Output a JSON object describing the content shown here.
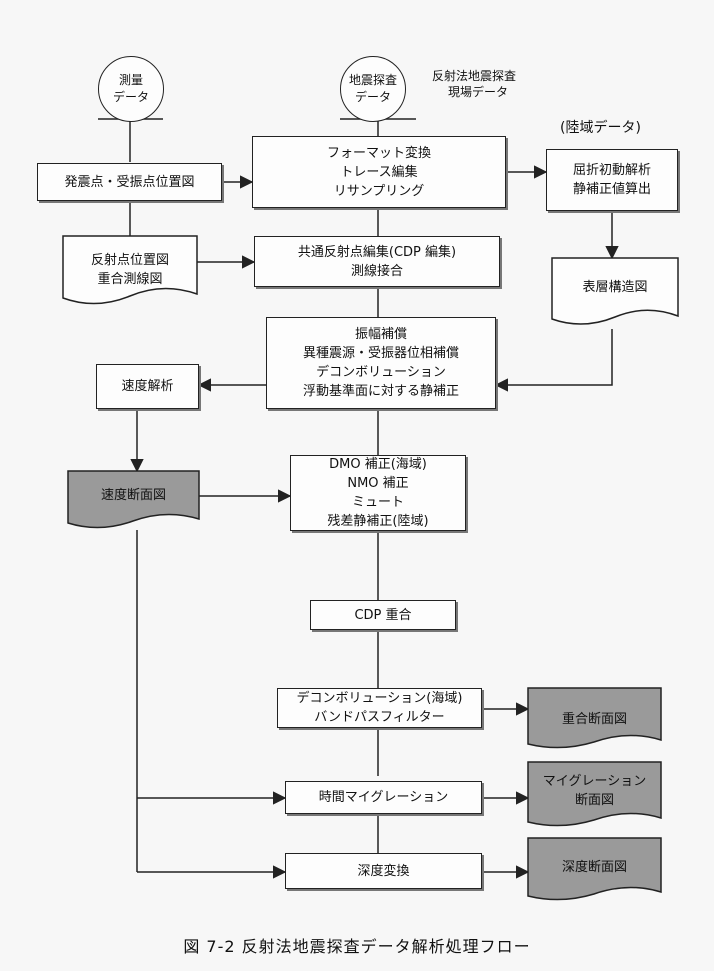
{
  "nodes": {
    "survey": [
      "測量",
      "データ"
    ],
    "seismic": [
      "地震探査",
      "データ"
    ],
    "field_note": [
      "反射法地震探査",
      "現場データ"
    ],
    "land_label": "(陸域データ)",
    "shot": [
      "発震点・受振点位置図"
    ],
    "format": [
      "フォーマット変換",
      "トレース編集",
      "リサンプリング"
    ],
    "refraction": [
      "屈折初動解析",
      "静補正値算出"
    ],
    "reflect": [
      "反射点位置図",
      "重合測線図"
    ],
    "cdp_edit": [
      "共通反射点編集(CDP 編集)",
      "測線接合"
    ],
    "surface": [
      "表層構造図"
    ],
    "amp": [
      "振幅補償",
      "異種震源・受振器位相補償",
      "デコンボリューション",
      "浮動基準面に対する静補正"
    ],
    "vel": [
      "速度解析"
    ],
    "vel_section": [
      "速度断面図"
    ],
    "dmo": [
      "DMO 補正(海域)",
      "NMO 補正",
      "ミュート",
      "残差静補正(陸域)"
    ],
    "cdp_stack": [
      "CDP 重合"
    ],
    "decon": [
      "デコンボリューション(海域)",
      "バンドパスフィルター"
    ],
    "stack_section": [
      "重合断面図"
    ],
    "time_mig": [
      "時間マイグレーション"
    ],
    "mig_section": [
      "マイグレーション",
      "断面図"
    ],
    "depth_conv": [
      "深度変換"
    ],
    "depth_section": [
      "深度断面図"
    ]
  },
  "caption": "図 7-2 反射法地震探査データ解析処理フロー",
  "colors": {
    "doc_shaded": "#9a9a9a",
    "line": "#222222"
  }
}
